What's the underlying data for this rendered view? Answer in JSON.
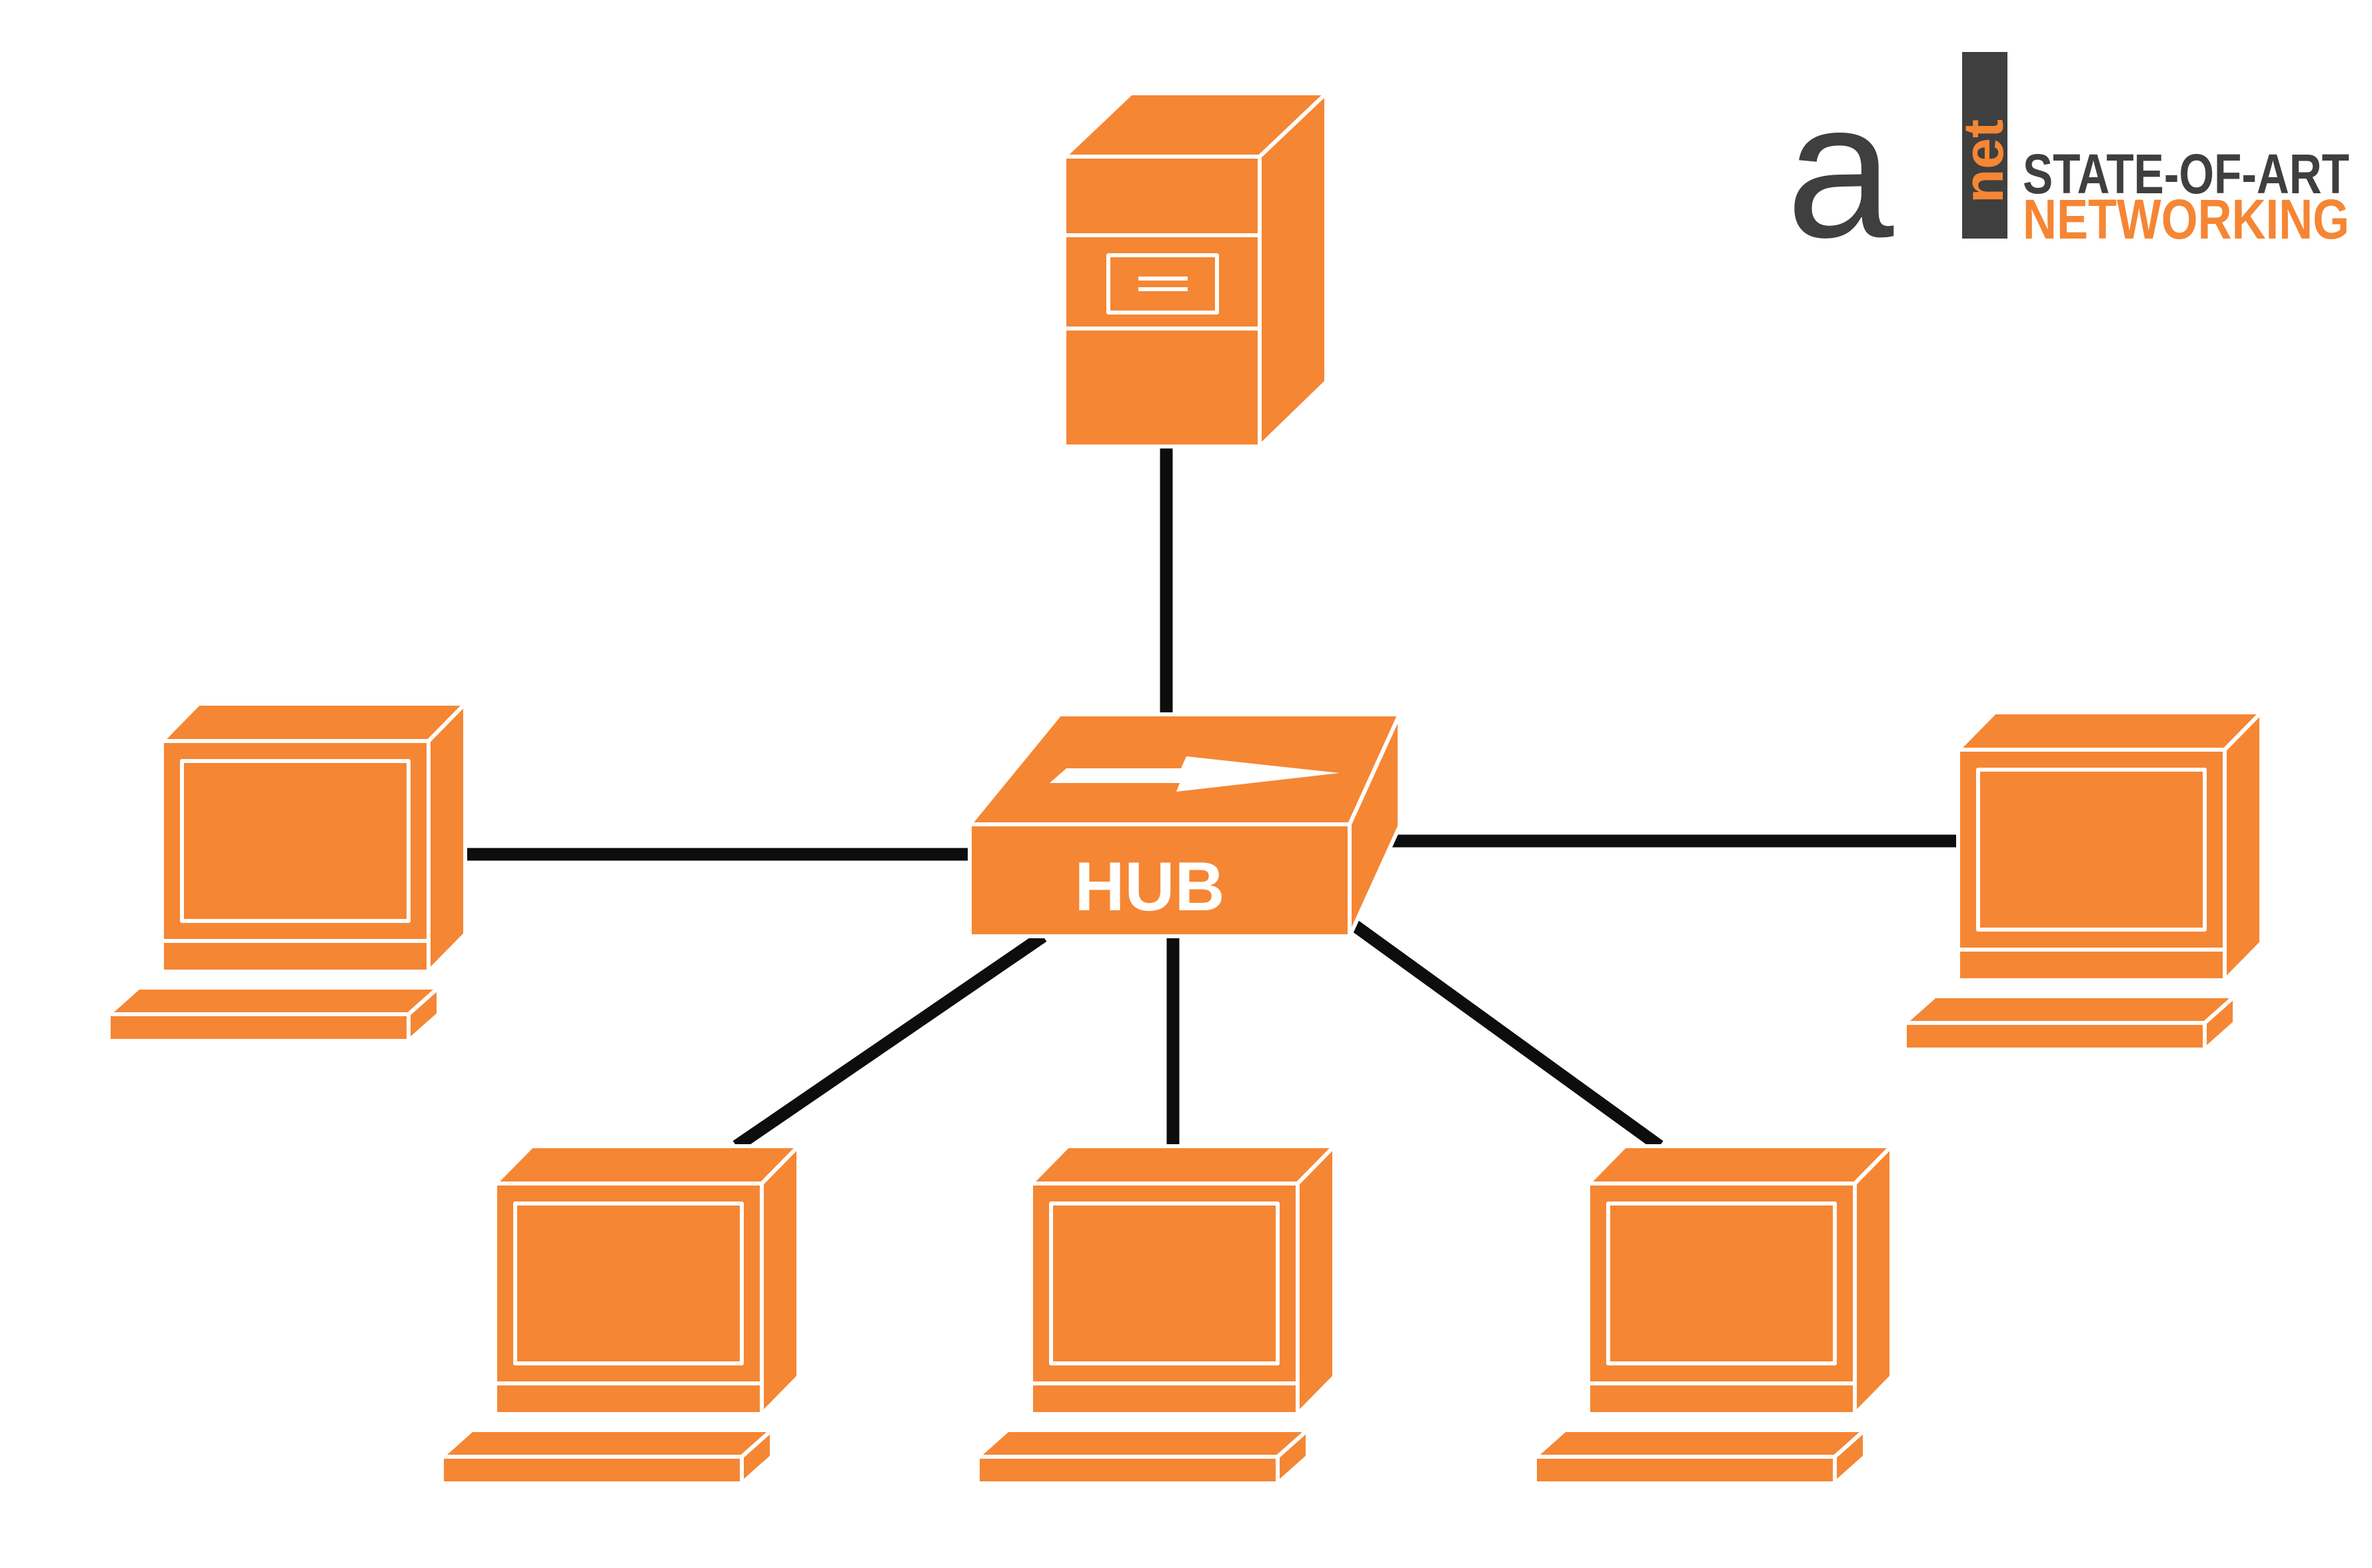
{
  "diagram": {
    "topology": "star",
    "center": {
      "label": "HUB",
      "icon": "hub-icon"
    },
    "devices": [
      {
        "id": "server",
        "icon": "server-tower-icon"
      },
      {
        "id": "pc-left",
        "icon": "desktop-computer-icon"
      },
      {
        "id": "pc-right",
        "icon": "desktop-computer-icon"
      },
      {
        "id": "pc-bottom-left",
        "icon": "desktop-computer-icon"
      },
      {
        "id": "pc-bottom-center",
        "icon": "desktop-computer-icon"
      },
      {
        "id": "pc-bottom-right",
        "icon": "desktop-computer-icon"
      }
    ],
    "device_color": "#F58634",
    "cable_color": "#0d0d0d"
  },
  "logo": {
    "mark": "a",
    "mark_suffix": "net",
    "line1": "STATE-OF-ART",
    "line2": "NETWORKING",
    "primary_color": "#3f3f3f",
    "accent_color": "#F58634"
  }
}
